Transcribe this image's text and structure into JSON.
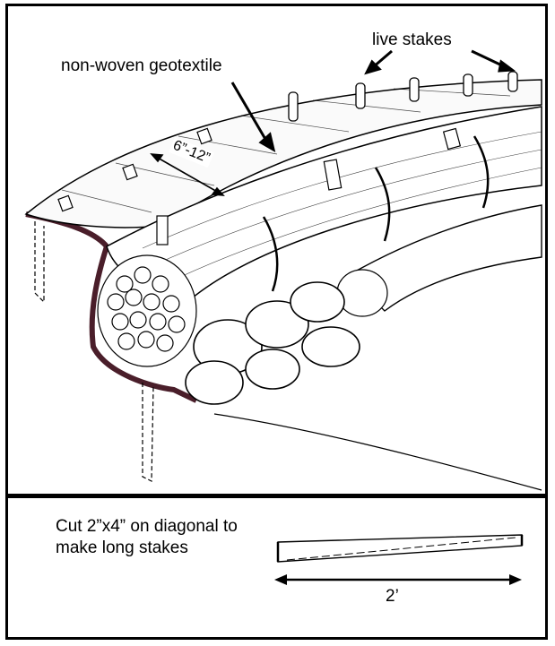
{
  "illustration": {
    "labels": {
      "geotextile": "non-woven geotextile",
      "live_stakes": "live stakes",
      "span": "6”-12”"
    }
  },
  "stake_panel": {
    "caption": "Cut 2”x4” on diagonal to make long stakes",
    "dimension": "2’"
  },
  "colors": {
    "ink": "#000000",
    "liner": "#4a1e2a",
    "background": "#ffffff"
  }
}
